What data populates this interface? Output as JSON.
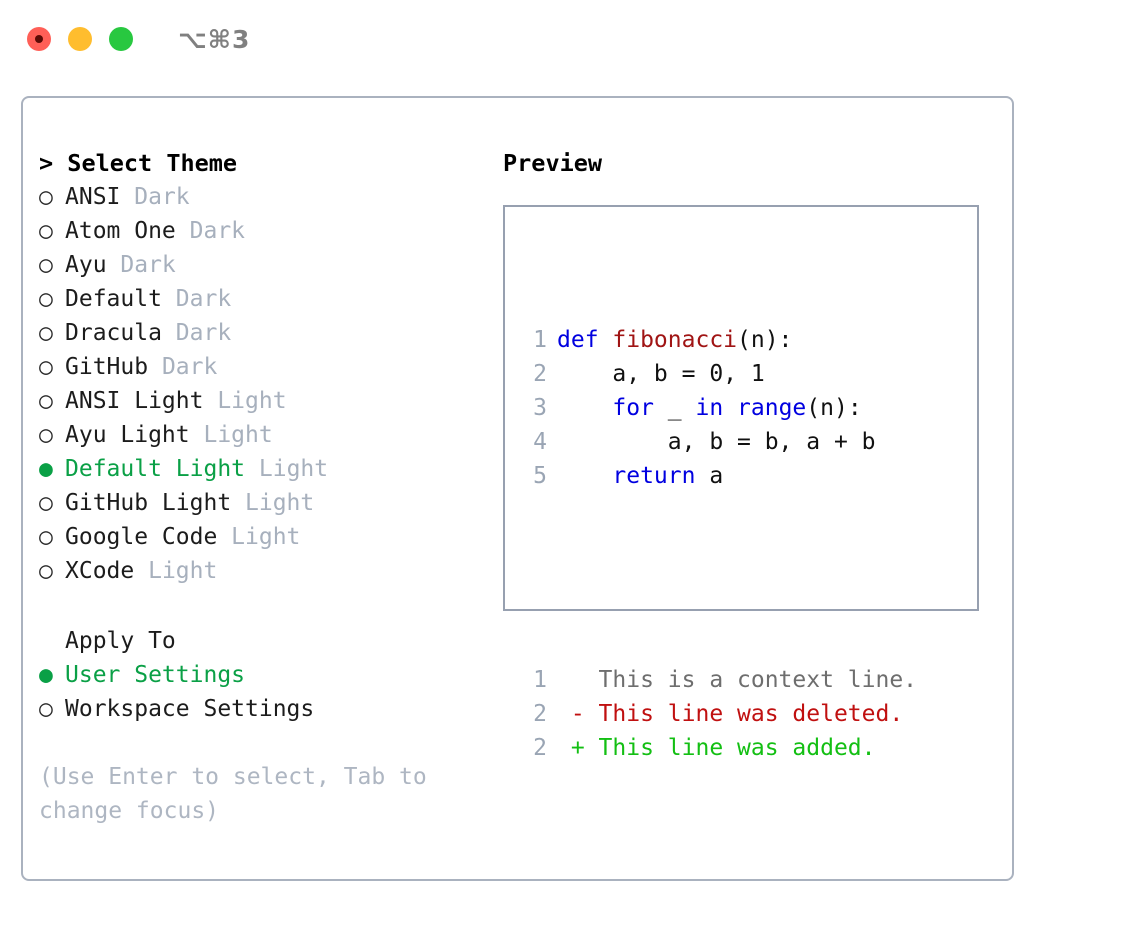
{
  "window": {
    "traffic_lights": [
      {
        "name": "close",
        "color": "#ff5f57"
      },
      {
        "name": "minimize",
        "color": "#ffbd2e"
      },
      {
        "name": "zoom",
        "color": "#28c840"
      }
    ],
    "shortcut": "⌥⌘3"
  },
  "theme_picker": {
    "heading": "> Select Theme",
    "marker_selected": "●",
    "marker_unselected": "○",
    "items": [
      {
        "label": "ANSI",
        "tag": "Dark",
        "selected": false
      },
      {
        "label": "Atom One",
        "tag": "Dark",
        "selected": false
      },
      {
        "label": "Ayu",
        "tag": "Dark",
        "selected": false
      },
      {
        "label": "Default",
        "tag": "Dark",
        "selected": false
      },
      {
        "label": "Dracula",
        "tag": "Dark",
        "selected": false
      },
      {
        "label": "GitHub",
        "tag": "Dark",
        "selected": false
      },
      {
        "label": "ANSI Light",
        "tag": "Light",
        "selected": false
      },
      {
        "label": "Ayu Light",
        "tag": "Light",
        "selected": false
      },
      {
        "label": "Default Light",
        "tag": "Light",
        "selected": true
      },
      {
        "label": "GitHub Light",
        "tag": "Light",
        "selected": false
      },
      {
        "label": "Google Code",
        "tag": "Light",
        "selected": false
      },
      {
        "label": "XCode",
        "tag": "Light",
        "selected": false
      }
    ]
  },
  "apply_to": {
    "heading": "Apply To",
    "items": [
      {
        "label": "User Settings",
        "selected": true
      },
      {
        "label": "Workspace Settings",
        "selected": false
      }
    ]
  },
  "hint": "(Use Enter to select, Tab to change focus)",
  "preview": {
    "title": "Preview",
    "code_lines": [
      {
        "num": "1",
        "tokens": [
          {
            "t": "def ",
            "c": "kw"
          },
          {
            "t": "fibonacci",
            "c": "fn"
          },
          {
            "t": "(n):",
            "c": "plain"
          }
        ]
      },
      {
        "num": "2",
        "tokens": [
          {
            "t": "    a, b = 0, 1",
            "c": "plain"
          }
        ]
      },
      {
        "num": "3",
        "tokens": [
          {
            "t": "    ",
            "c": "plain"
          },
          {
            "t": "for",
            "c": "kw"
          },
          {
            "t": " _ ",
            "c": "plain"
          },
          {
            "t": "in ",
            "c": "kw"
          },
          {
            "t": "range",
            "c": "kw"
          },
          {
            "t": "(n):",
            "c": "plain"
          }
        ]
      },
      {
        "num": "4",
        "tokens": [
          {
            "t": "        a, b = b, a + b",
            "c": "plain"
          }
        ]
      },
      {
        "num": "5",
        "tokens": [
          {
            "t": "    ",
            "c": "plain"
          },
          {
            "t": "return",
            "c": "kw"
          },
          {
            "t": " a",
            "c": "plain"
          }
        ]
      }
    ],
    "diff_lines": [
      {
        "num": "1",
        "text": "  This is a context line.",
        "kind": "ctx"
      },
      {
        "num": "2",
        "text": "- This line was deleted.",
        "kind": "del"
      },
      {
        "num": "2",
        "text": "+ This line was added.",
        "kind": "add"
      }
    ]
  },
  "colors": {
    "accent_green": "#0aa046",
    "muted": "#a7b0bd",
    "hint": "#aeb6c2",
    "border": "#aab2bf",
    "preview_border": "#97a0b0",
    "keyword": "#0000e0",
    "function": "#a01414",
    "line_number": "#9aa5b4",
    "diff_context": "#6e6e6e",
    "diff_deleted": "#c01010",
    "diff_added": "#13bf13"
  }
}
